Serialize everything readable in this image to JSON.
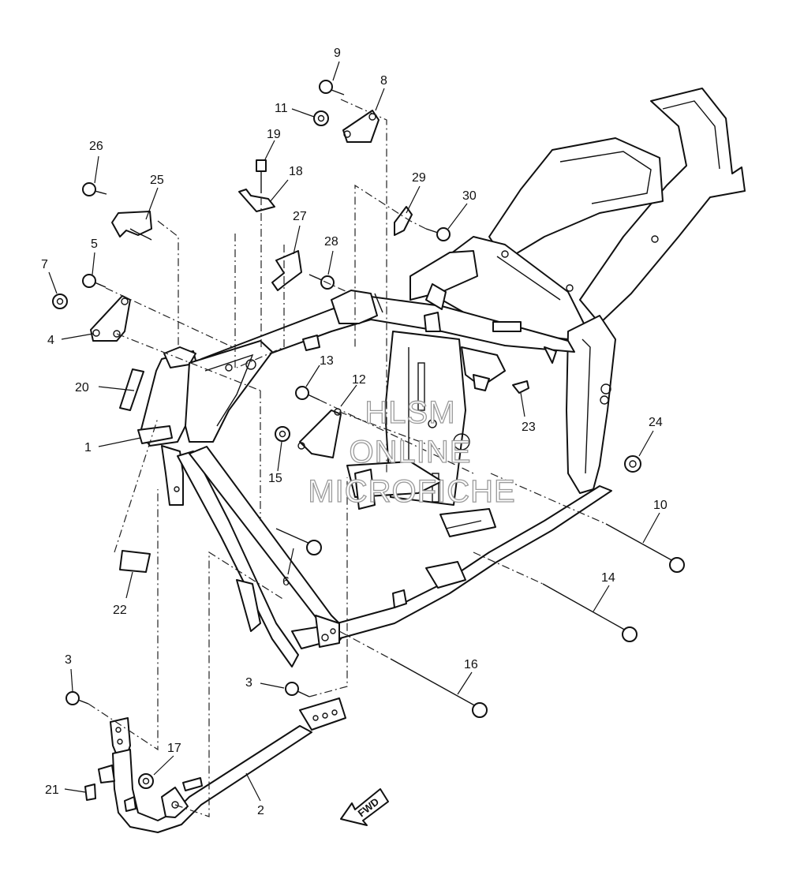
{
  "callouts": [
    "1",
    "2",
    "3",
    "4",
    "5",
    "6",
    "7",
    "8",
    "9",
    "10",
    "11",
    "12",
    "13",
    "14",
    "15",
    "16",
    "17",
    "18",
    "19",
    "20",
    "21",
    "22",
    "23",
    "24",
    "25",
    "26",
    "27",
    "28",
    "29",
    "30"
  ],
  "direction_arrow": {
    "label": "FWD",
    "icon": "forward-arrow-icon"
  },
  "watermark": {
    "lines": [
      "HLSM",
      "ONLINE",
      "MICROFICHE"
    ],
    "color": "#9a9a9a"
  },
  "colors": {
    "line": "#111111",
    "background": "#ffffff"
  }
}
